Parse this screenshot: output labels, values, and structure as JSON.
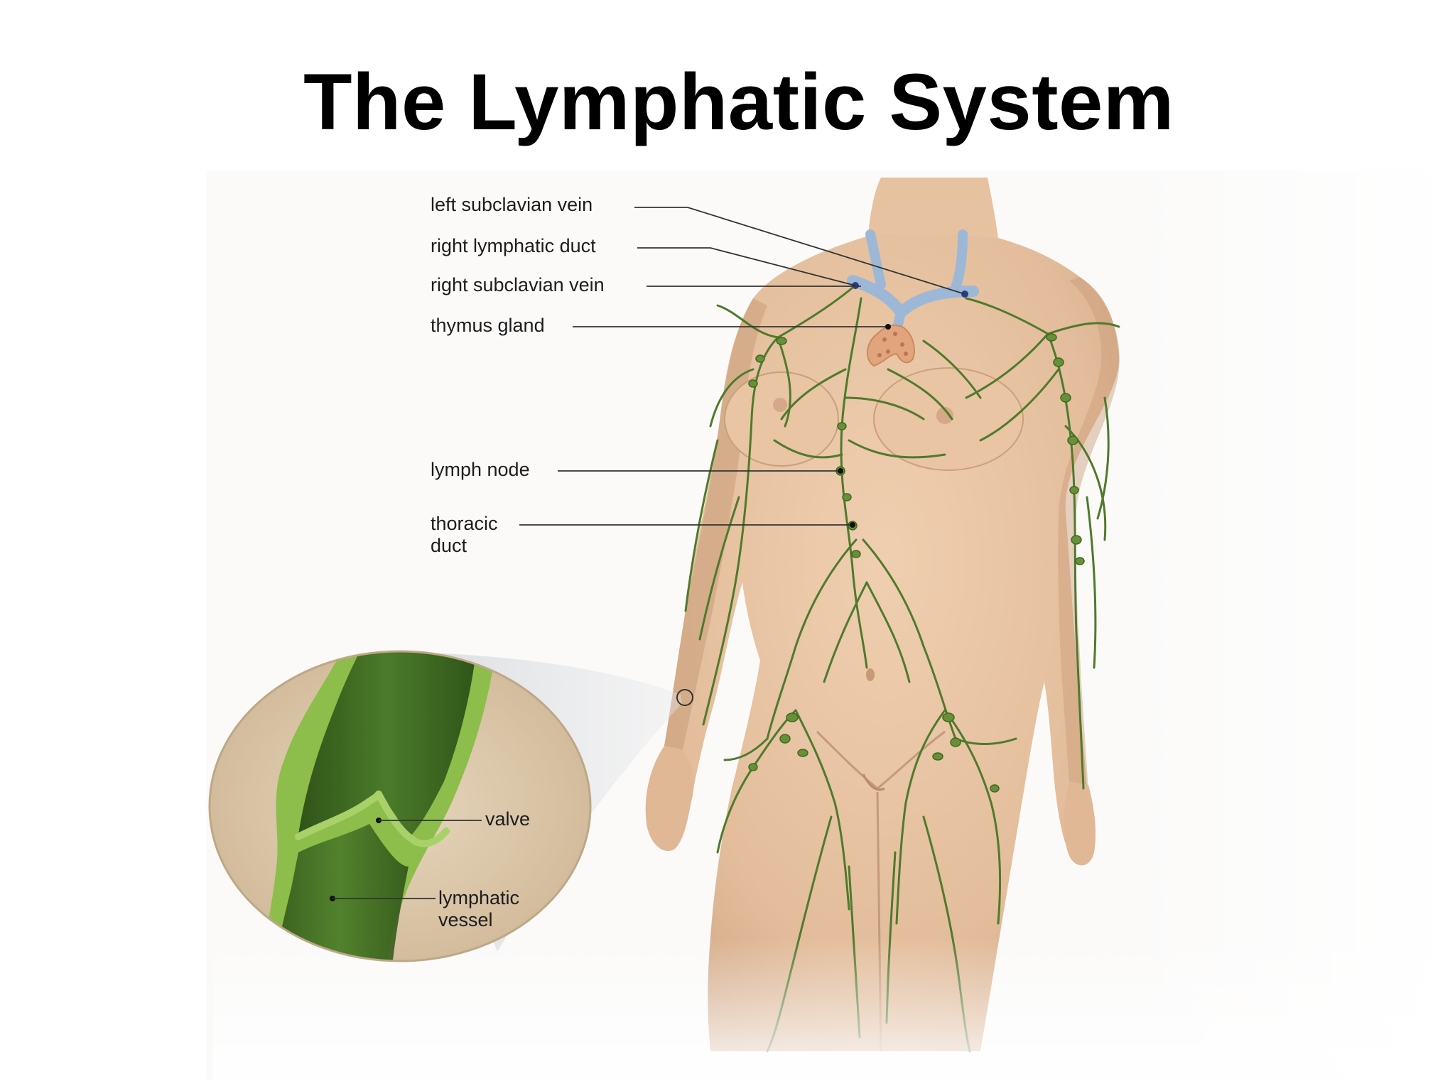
{
  "slide": {
    "title": "The Lymphatic System"
  },
  "labels": {
    "left_subclavian_vein": "left subclavian vein",
    "right_lymphatic_duct": "right lymphatic duct",
    "right_subclavian_vein": "right subclavian vein",
    "thymus_gland": "thymus gland",
    "lymph_node": "lymph node",
    "thoracic_duct_line1": "thoracic",
    "thoracic_duct_line2": "duct",
    "valve": "valve",
    "lymphatic_vessel_line1": "lymphatic",
    "lymphatic_vessel_line2": "vessel"
  },
  "colors": {
    "title": "#000000",
    "label_text": "#1d1d1d",
    "leader_line": "#333333",
    "skin": "#e8c4a2",
    "skin_shadow": "#c9a080",
    "lymph_vessel": "#4f7a2c",
    "lymph_node": "#6a8f3a",
    "vein": "#9cb8d6",
    "thymus": "#e2a47c",
    "inset_background": "#d9c6a8",
    "inset_vessel_wall": "#8dbd4a",
    "inset_vessel_lumen": "#3f6b25"
  }
}
